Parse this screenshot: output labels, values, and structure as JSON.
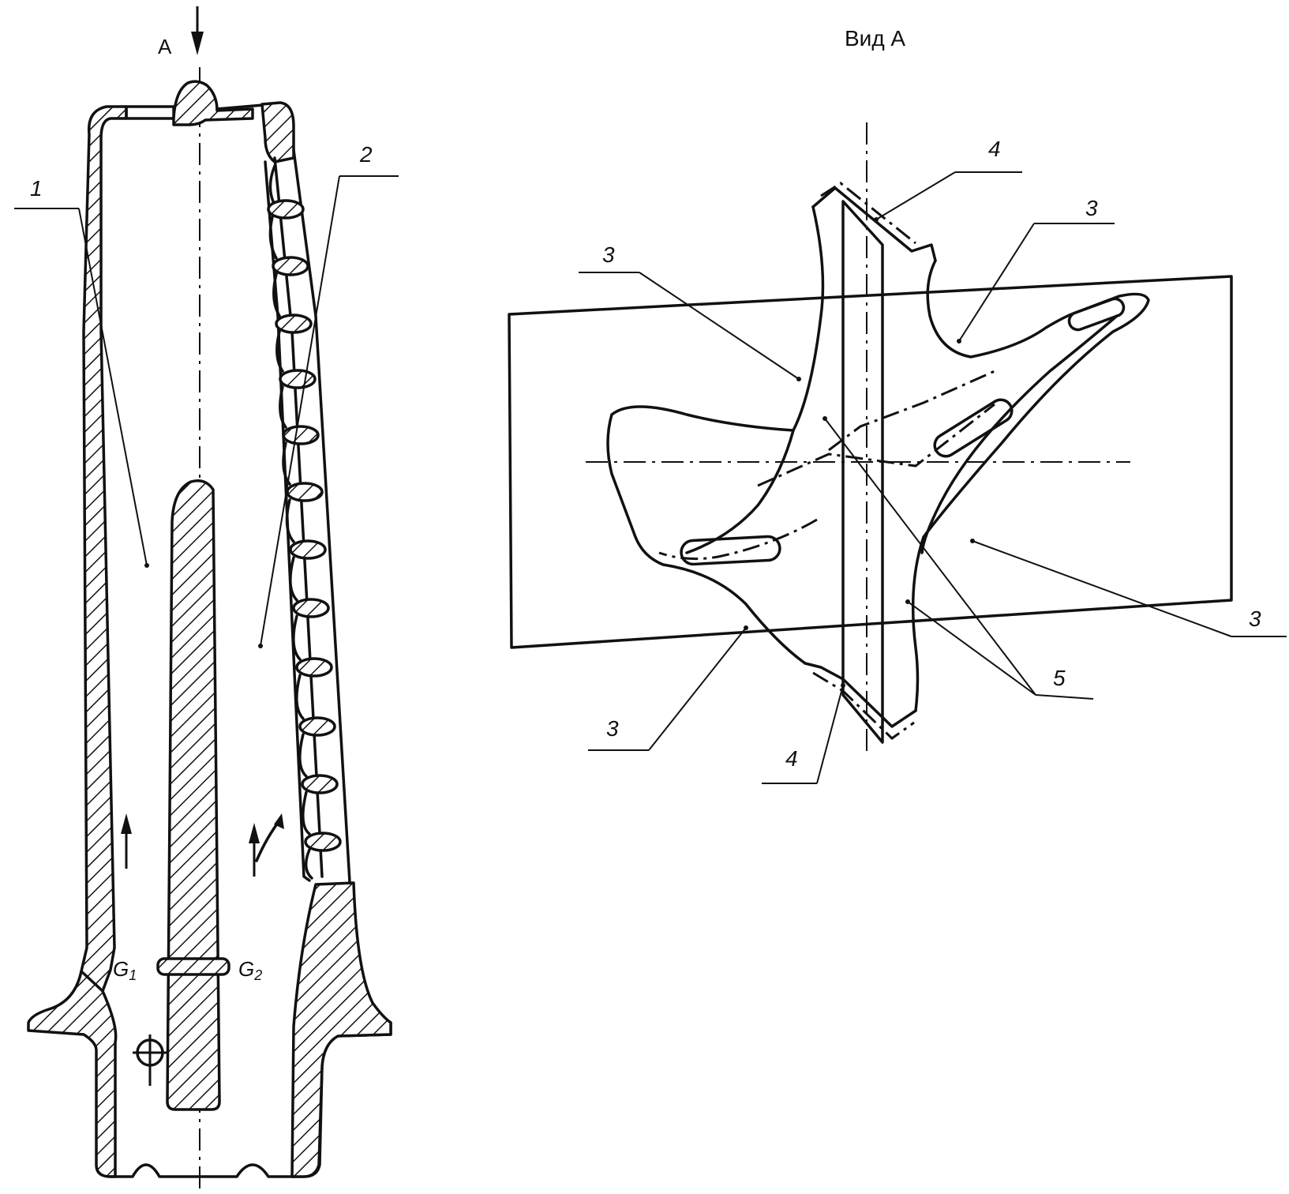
{
  "labels": {
    "section_a": "A",
    "view_title": "Вид А",
    "pos_1": "1",
    "pos_2": "2",
    "pos_3": "3",
    "pos_4": "4",
    "pos_5": "5",
    "g1": "G",
    "g1_sub": "1",
    "g2": "G",
    "g2_sub": "2"
  }
}
